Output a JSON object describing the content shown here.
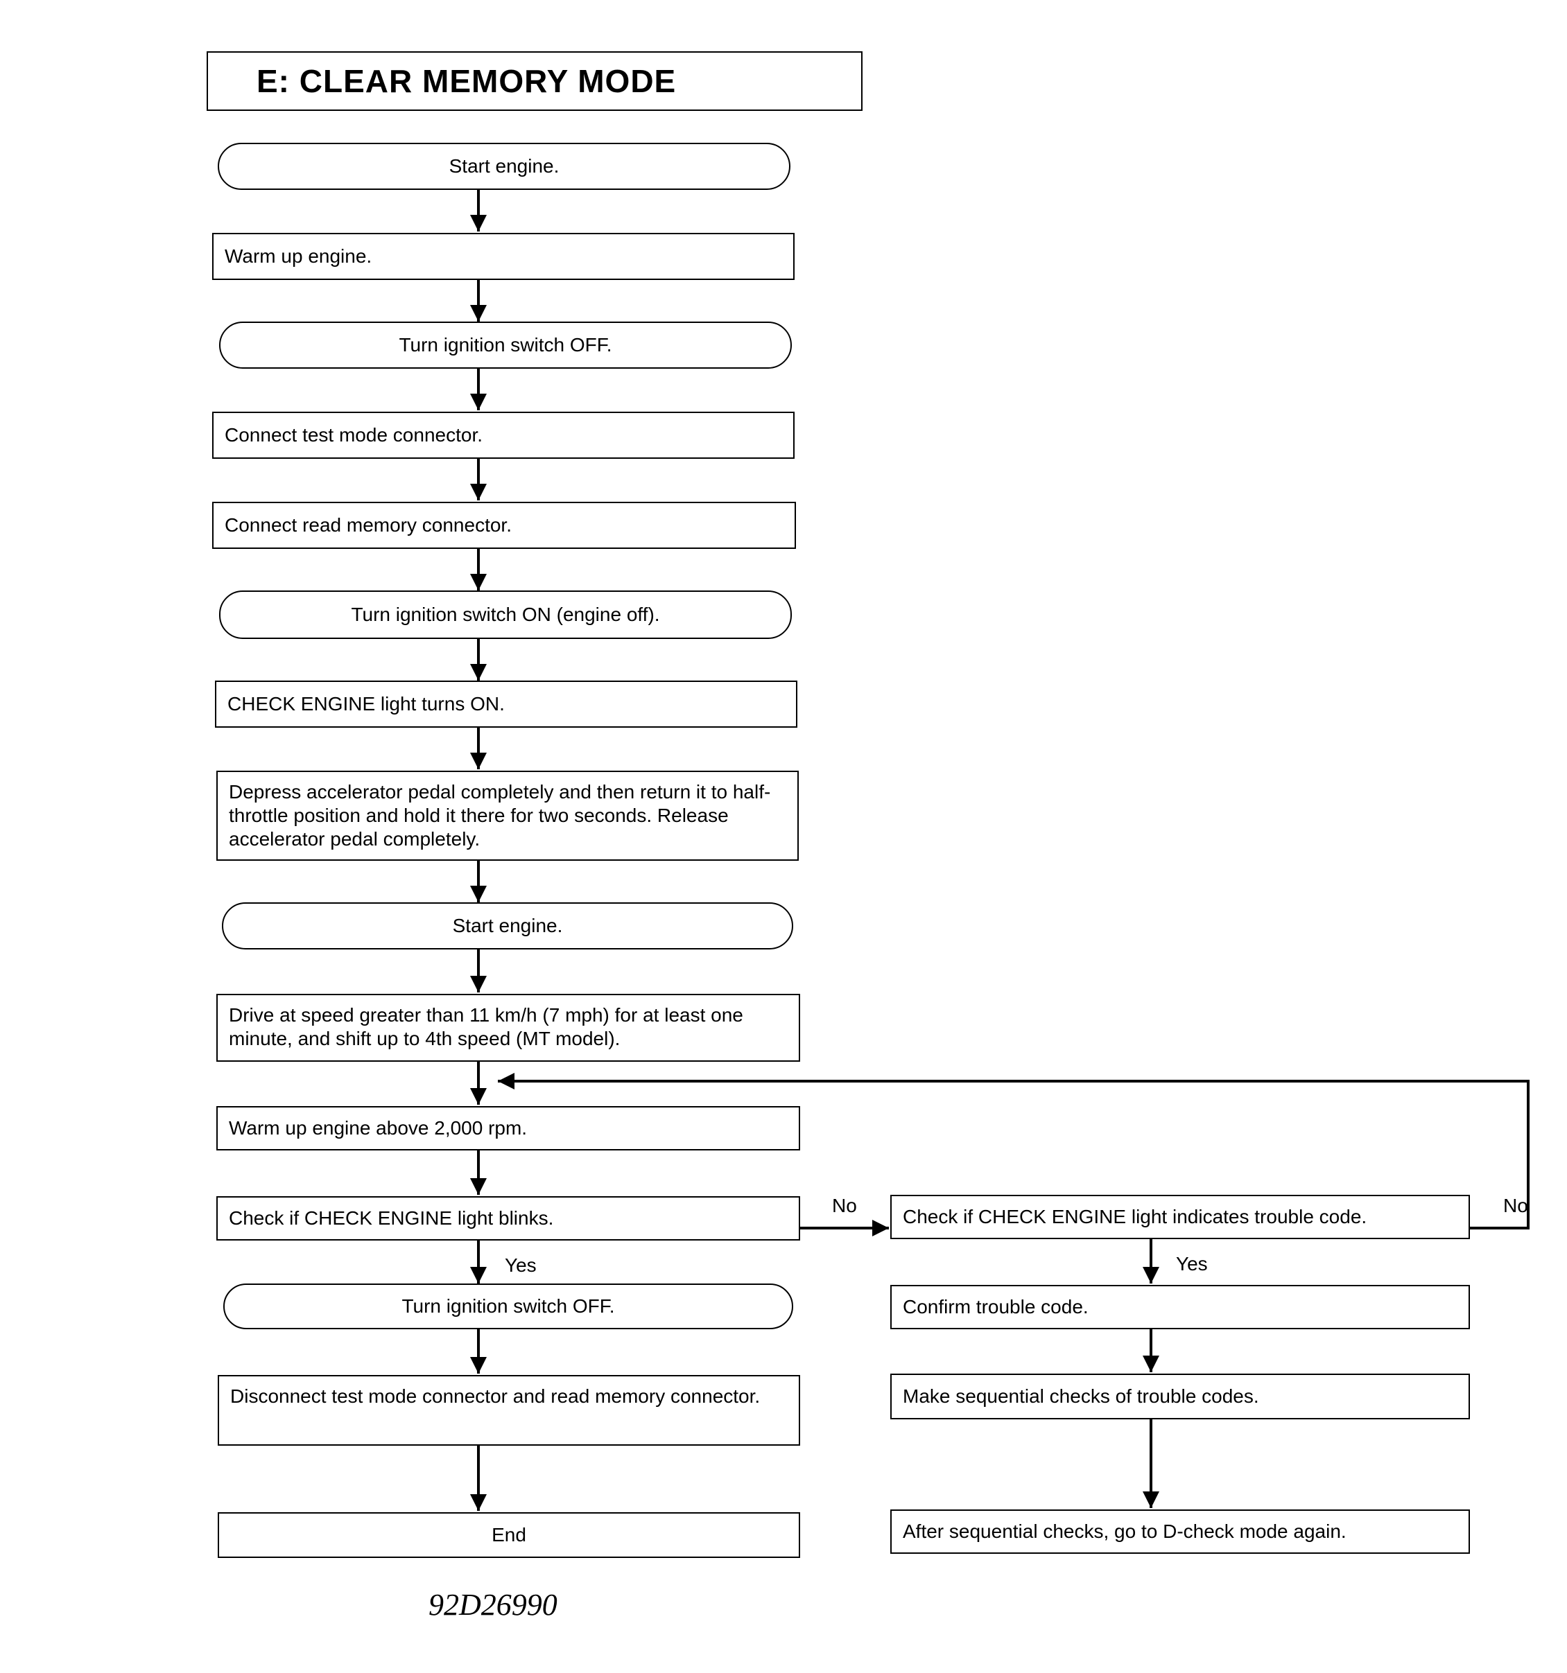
{
  "title": "E:  CLEAR MEMORY MODE",
  "nodes": {
    "start_engine_1": "Start engine.",
    "warm_up": "Warm up engine.",
    "ign_off_1": "Turn ignition switch OFF.",
    "connect_test": "Connect test mode connector.",
    "connect_read": "Connect read memory connector.",
    "ign_on": "Turn ignition switch ON (engine off).",
    "check_light_on": "CHECK ENGINE light turns ON.",
    "depress_pedal": "Depress accelerator pedal completely and then return it to half-throttle position and hold it there for two seconds. Release accelerator pedal completely.",
    "start_engine_2": "Start engine.",
    "drive": "Drive at speed greater than 11 km/h (7 mph) for at least one minute, and shift up to 4th speed (MT model).",
    "warm_2000": "Warm up engine above 2,000 rpm.",
    "check_blinks": "Check if CHECK ENGINE light blinks.",
    "ign_off_2": "Turn ignition switch OFF.",
    "disconnect": "Disconnect test mode connector and read memory connector.",
    "end": "End",
    "check_trouble": "Check if CHECK ENGINE light indicates trouble code.",
    "confirm": "Confirm trouble code.",
    "sequential": "Make sequential checks of trouble codes.",
    "after_checks": "After sequential checks, go to D-check mode again."
  },
  "edge_labels": {
    "blinks_no": "No",
    "blinks_yes": "Yes",
    "trouble_yes": "Yes",
    "trouble_no": "No"
  },
  "figure_code": "92D26990"
}
